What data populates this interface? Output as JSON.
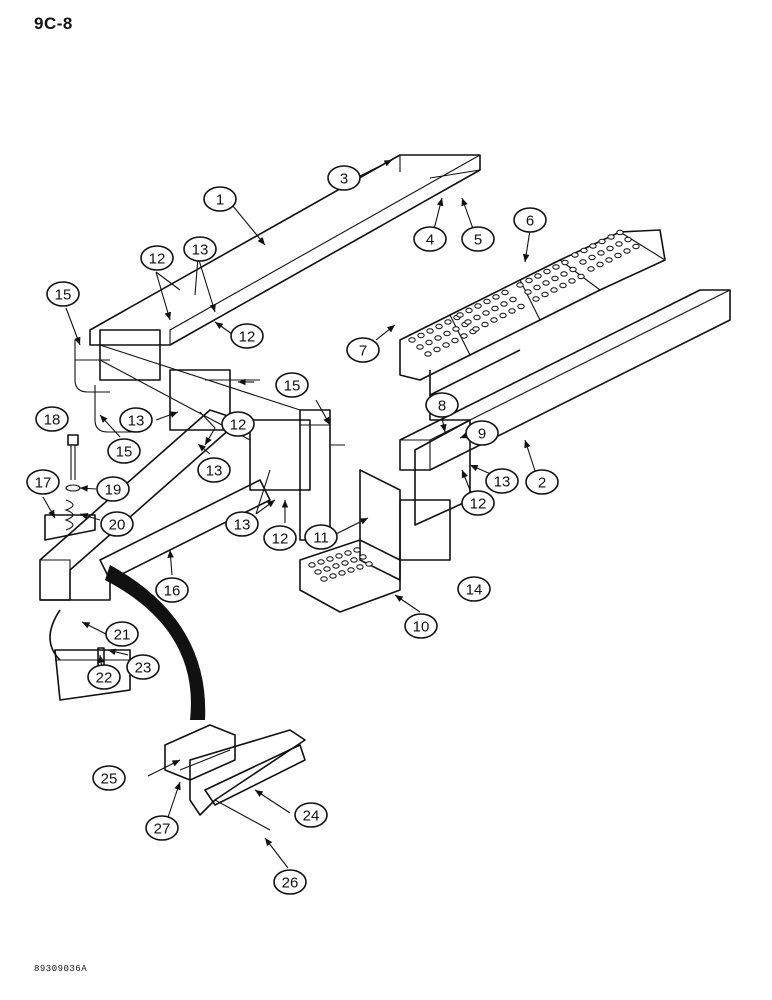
{
  "header": {
    "page_code": "9C-8"
  },
  "footer": {
    "figure_code": "89309036A"
  },
  "callouts": [
    "1",
    "2",
    "3",
    "4",
    "5",
    "6",
    "7",
    "8",
    "9",
    "10",
    "11",
    "12",
    "13",
    "14",
    "15",
    "16",
    "17",
    "18",
    "19",
    "20",
    "21",
    "22",
    "23",
    "24",
    "25",
    "26",
    "27"
  ],
  "colors": {
    "ink": "#111111",
    "paper": "#ffffff"
  }
}
